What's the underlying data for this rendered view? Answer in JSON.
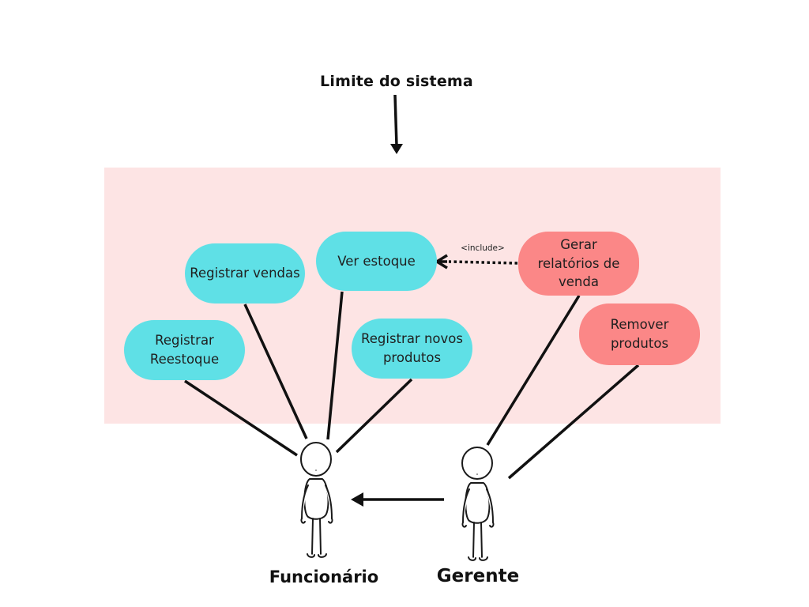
{
  "diagram": {
    "title": "Limite do sistema",
    "include_label": "<include>",
    "use_cases": {
      "registrar_vendas": "Registrar vendas",
      "ver_estoque": "Ver estoque",
      "registrar_reestoque": "Registrar Reestoque",
      "registrar_novos_produtos": "Registrar novos produtos",
      "gerar_relatorios": "Gerar relatórios de venda",
      "remover_produtos": "Remover produtos"
    },
    "actors": {
      "funcionario": "Funcionário",
      "gerente": "Gerente"
    },
    "colors": {
      "boundary": "#fde4e4",
      "funcionario_use_case": "#5fe0e6",
      "gerente_use_case": "#fb8787",
      "line": "#111111"
    }
  }
}
